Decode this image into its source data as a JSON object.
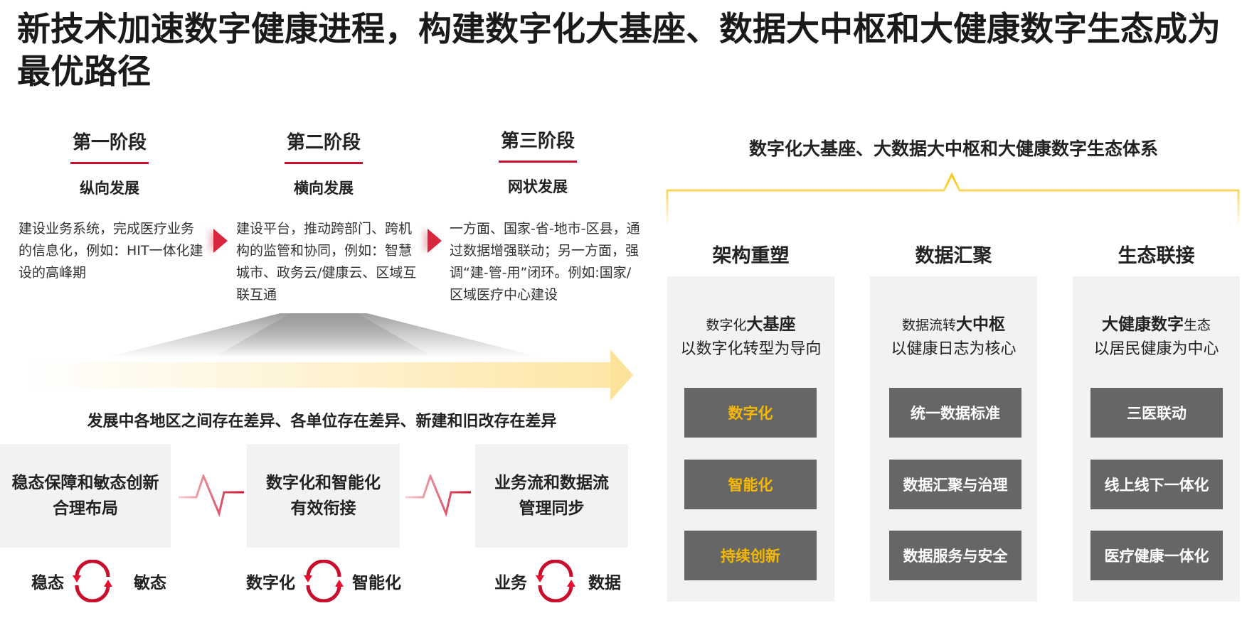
{
  "title": "新技术加速数字健康进程，构建数字化大基座、数据大中枢和大健康数字生态成为最优路径",
  "stages": [
    {
      "heading": "第一阶段",
      "sub": "纵向发展",
      "body": "建设业务系统，完成医疗业务的信息化，例如：HIT一体化建设的高峰期"
    },
    {
      "heading": "第二阶段",
      "sub": "横向发展",
      "body": "建设平台，推动跨部门、跨机构的监管和协同，例如：智慧城市、政务云/健康云、区域互联互通"
    },
    {
      "heading": "第三阶段",
      "sub": "网状发展",
      "body": "一方面、国家-省-地市-区县，通过数据增强联动；另一方面，强调“建-管-用”闭环。例如:国家/区域医疗中心建设"
    }
  ],
  "statement": "发展中各地区之间存在差异、各单位存在差异、新建和旧改存在差异",
  "balances": [
    {
      "box_line1": "稳态保障和敏态创新",
      "box_line2": "合理布局",
      "left": "稳态",
      "right": "敏态"
    },
    {
      "box_line1": "数字化和智能化",
      "box_line2": "有效衔接",
      "left": "数字化",
      "right": "智能化"
    },
    {
      "box_line1": "业务流和数据流",
      "box_line2": "管理同步",
      "left": "业务",
      "right": "数据"
    }
  ],
  "right_heading": "数字化大基座、大数据大中枢和大健康数字生态体系",
  "pillars": [
    {
      "title": "架构重塑",
      "l1_a": "数字化",
      "l1_b": "大基座",
      "l1_c": "",
      "l2": "以数字化转型为导向",
      "items": [
        "数字化",
        "智能化",
        "持续创新"
      ]
    },
    {
      "title": "数据汇聚",
      "l1_a": "数据流转",
      "l1_b": "大中枢",
      "l1_c": "",
      "l2": "以健康日志为核心",
      "items": [
        "统一数据标准",
        "数据汇聚与治理",
        "数据服务与安全"
      ]
    },
    {
      "title": "生态联接",
      "l1_a": "",
      "l1_b": "大健康数字",
      "l1_c": "生态",
      "l2": "以居民健康为中心",
      "items": [
        "三医联动",
        "线上线下一体化",
        "医疗健康一体化"
      ]
    }
  ],
  "colors": {
    "red": "#c8102e",
    "yellow": "#f5b800",
    "dark": "#666666",
    "panel": "#f2f2f2"
  }
}
